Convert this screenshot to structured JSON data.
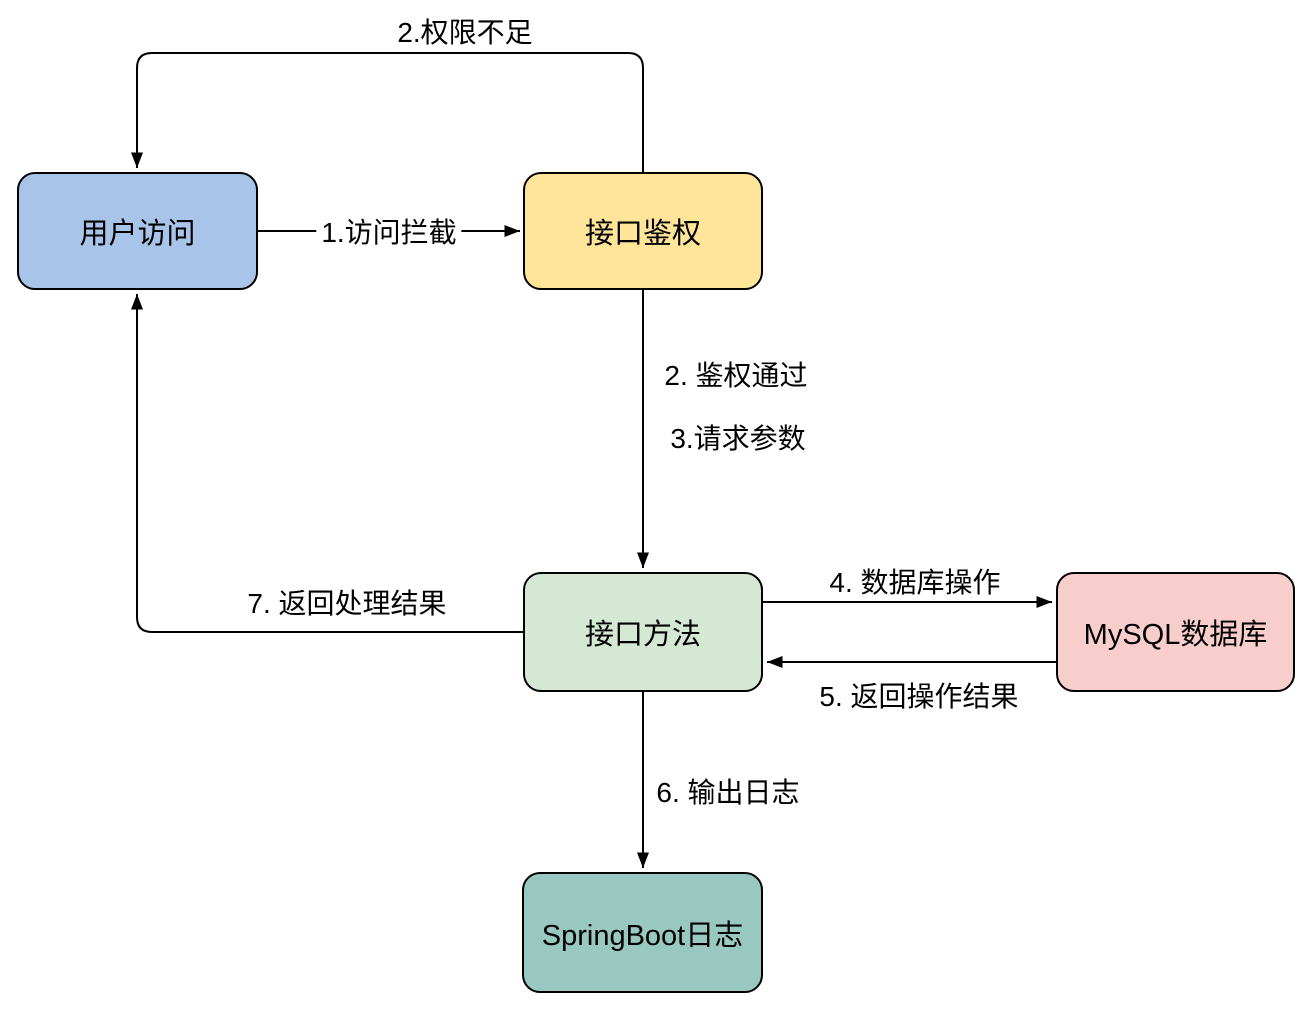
{
  "diagram": {
    "title": "SpringBoot request flow diagram",
    "background_color": "#ffffff",
    "line_color": "#000000",
    "text_color": "#000000",
    "nodes": [
      {
        "id": "user-access",
        "label": "用户访问",
        "fill": "#a9c4e9"
      },
      {
        "id": "api-auth",
        "label": "接口鉴权",
        "fill": "#ffe599"
      },
      {
        "id": "api-method",
        "label": "接口方法",
        "fill": "#d5e8d4"
      },
      {
        "id": "mysql-db",
        "label": "MySQL数据库",
        "fill": "#f8cecc"
      },
      {
        "id": "springboot-log",
        "label": "SpringBoot日志",
        "fill": "#99c8c0"
      }
    ],
    "edges": [
      {
        "id": "access-intercept",
        "label": "1.访问拦截",
        "from": "user-access",
        "to": "api-auth"
      },
      {
        "id": "permission-denied",
        "label": "2.权限不足",
        "from": "api-auth",
        "to": "user-access"
      },
      {
        "id": "auth-pass",
        "label": "2. 鉴权通过",
        "from": "api-auth",
        "to": "api-method"
      },
      {
        "id": "request-params",
        "label": "3.请求参数",
        "from": "api-auth",
        "to": "api-method"
      },
      {
        "id": "db-operation",
        "label": "4. 数据库操作",
        "from": "api-method",
        "to": "mysql-db"
      },
      {
        "id": "db-result",
        "label": "5. 返回操作结果",
        "from": "mysql-db",
        "to": "api-method"
      },
      {
        "id": "output-log",
        "label": "6. 输出日志",
        "from": "api-method",
        "to": "springboot-log"
      },
      {
        "id": "return-result",
        "label": "7. 返回处理结果",
        "from": "api-method",
        "to": "user-access"
      }
    ]
  }
}
